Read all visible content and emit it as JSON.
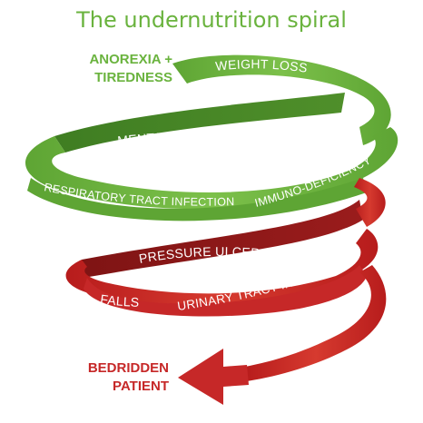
{
  "title": "The undernutrition spiral",
  "start_label": {
    "line1": "ANOREXIA +",
    "line2": "TIREDNESS"
  },
  "end_label": {
    "line1": "BEDRIDDEN",
    "line2": "PATIENT"
  },
  "stages": {
    "weight_loss": "WEIGHT LOSS",
    "mental_disorders": "MENTAL DISORDERS",
    "respiratory": "RESPIRATORY TRACT INFECTION",
    "immuno": "IMMUNO-DEFICIENCY",
    "pressure_ulcers": "PRESSURE ULCERS",
    "urinary": "URINARY TRACT INFECTION",
    "falls": "FALLS"
  },
  "colors": {
    "green": "#6ab33e",
    "green_dark": "#4f8f2a",
    "red": "#c62828",
    "red_dark": "#8e1a1a"
  }
}
